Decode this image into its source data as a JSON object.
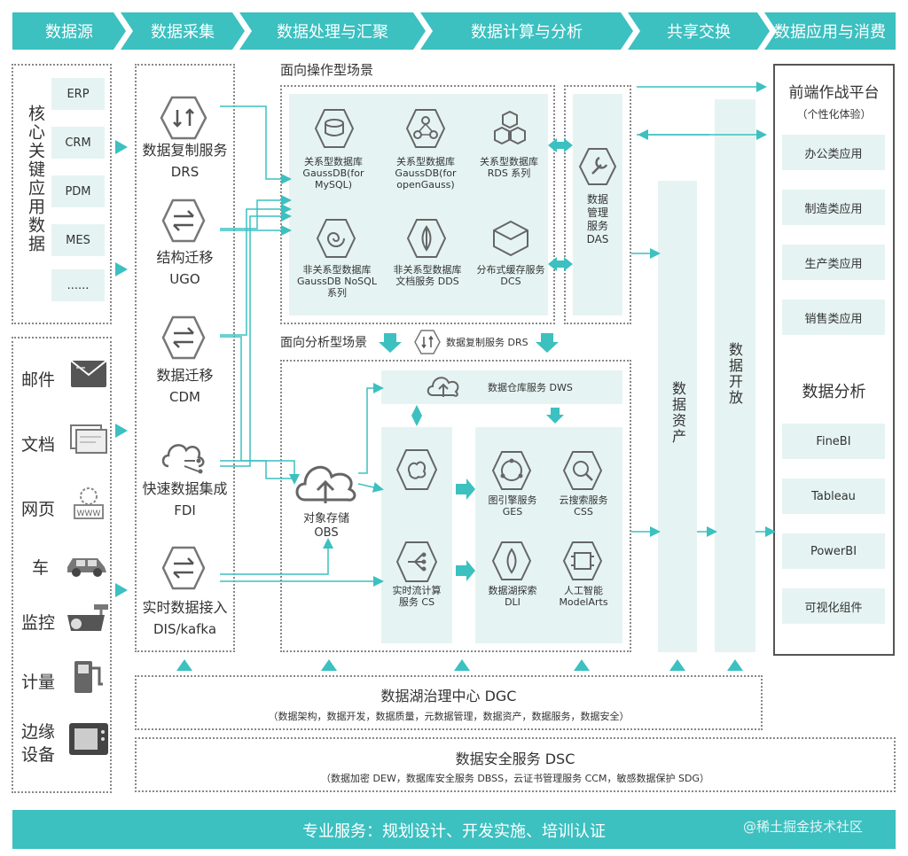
{
  "header": {
    "stages": [
      "数据源",
      "数据采集",
      "数据处理与汇聚",
      "数据计算与分析",
      "共享交换",
      "数据应用与消费"
    ]
  },
  "sources": {
    "core_title": "核心关键应用数据",
    "core_items": [
      "ERP",
      "CRM",
      "PDM",
      "MES",
      "......"
    ],
    "other_items": [
      "邮件",
      "文档",
      "网页",
      "车",
      "监控",
      "计量",
      "边缘设备"
    ]
  },
  "collection": {
    "services": [
      {
        "name": "数据复制服务",
        "code": "DRS",
        "icon": "replication-icon"
      },
      {
        "name": "结构迁移",
        "code": "UGO",
        "icon": "migrate-icon"
      },
      {
        "name": "数据迁移",
        "code": "CDM",
        "icon": "migrate-icon"
      },
      {
        "name": "快速数据集成",
        "code": "FDI",
        "icon": "cloud-network-icon"
      },
      {
        "name": "实时数据接入",
        "code": "DIS/kafka",
        "icon": "migrate-icon"
      }
    ]
  },
  "operational": {
    "title": "面向操作型场景",
    "dbs": [
      {
        "line1": "关系型数据库",
        "line2": "GaussDB(for",
        "line3": "MySQL)"
      },
      {
        "line1": "关系型数据库",
        "line2": "GaussDB(for",
        "line3": "openGauss)"
      },
      {
        "line1": "关系型数据库",
        "line2": "RDS 系列",
        "line3": ""
      },
      {
        "line1": "非关系型数据库",
        "line2": "GaussDB NoSQL",
        "line3": "系列"
      },
      {
        "line1": "非关系型数据库",
        "line2": "文档服务 DDS",
        "line3": ""
      },
      {
        "line1": "分布式缓存服务",
        "line2": "DCS",
        "line3": ""
      }
    ],
    "das": {
      "lines": [
        "数据",
        "管理",
        "服务",
        "DAS"
      ]
    }
  },
  "analytical": {
    "title": "面向分析型场景",
    "drs_label": "数据复制服务 DRS",
    "dws_label": "数据仓库服务 DWS",
    "obs": {
      "line1": "对象存储",
      "line2": "OBS"
    },
    "cs": {
      "line1": "实时流计算",
      "line2": "服务  CS"
    },
    "engines": [
      {
        "line1": "图引擎服务",
        "line2": "GES"
      },
      {
        "line1": "云搜索服务",
        "line2": "CSS"
      },
      {
        "line1": "数据湖探索",
        "line2": "DLI"
      },
      {
        "line1": "人工智能",
        "line2": "ModelArts"
      }
    ]
  },
  "sharing": {
    "assets": "数据资产",
    "open": "数据开放"
  },
  "apps": {
    "title": "前端作战平台",
    "subtitle": "（个性化体验）",
    "items": [
      "办公类应用",
      "制造类应用",
      "生产类应用",
      "销售类应用"
    ],
    "analysis_title": "数据分析",
    "analysis_items": [
      "FineBI",
      "Tableau",
      "PowerBI",
      "可视化组件"
    ]
  },
  "dgc": {
    "title": "数据湖治理中心 DGC",
    "detail": "（数据架构，数据开发，数据质量，元数据管理，数据资产，数据服务，数据安全）"
  },
  "dsc": {
    "title": "数据安全服务 DSC",
    "detail": "（数据加密 DEW，数据库安全服务 DBSS，云证书管理服务 CCM，敏感数据保护 SDG）"
  },
  "footer": {
    "label": "专业服务：规划设计、开发实施、培训认证",
    "watermark": "@稀土掘金技术社区"
  },
  "colors": {
    "accent": "#3cc0c0",
    "pale": "#e5f4f2"
  }
}
